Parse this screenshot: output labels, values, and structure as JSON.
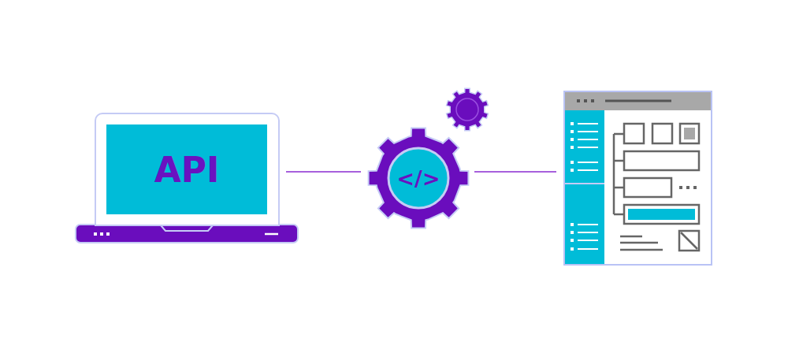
{
  "diagram": {
    "nodes": [
      {
        "text": [
          "API"
        ]
      },
      {
        "text": [
          "</>"
        ]
      }
    ],
    "edges": [
      {
        "from": 0,
        "to": 1,
        "arrow": "none"
      }
    ]
  }
}
